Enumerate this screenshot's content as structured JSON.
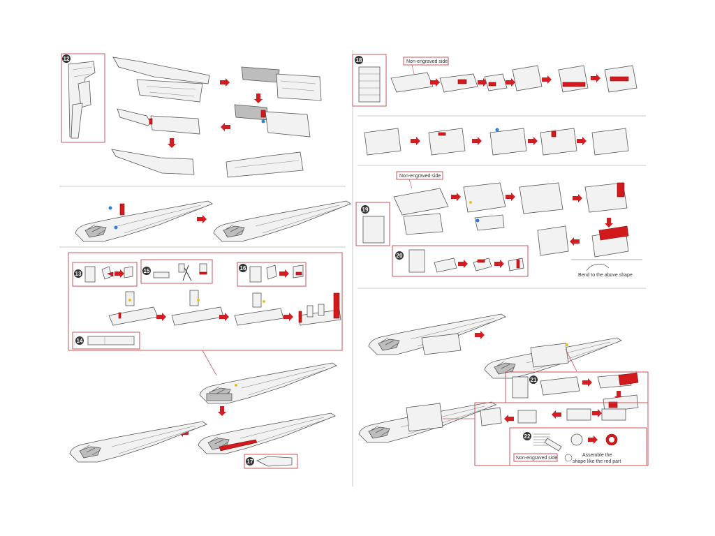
{
  "steps": {
    "s12": "12",
    "s13": "13",
    "s14": "14",
    "s15": "15",
    "s16": "16",
    "s17": "17",
    "s18": "18",
    "s19": "19",
    "s20": "20",
    "s21": "21",
    "s22": "22"
  },
  "labels": {
    "non_engraved_1": "Non-engraved side",
    "non_engraved_2": "Non-engraved side",
    "non_engraved_3": "Non-engraved side",
    "bend_note": "Bend to the above shape",
    "assemble_line1": "Assemble the",
    "assemble_line2": "shape like the red part"
  },
  "colors": {
    "accent_red": "#d01e22",
    "frame_pink": "#c9555a",
    "part_grey": "#f2f2f2",
    "dot_blue": "#2b7fd4",
    "dot_yellow": "#e8c21a"
  }
}
